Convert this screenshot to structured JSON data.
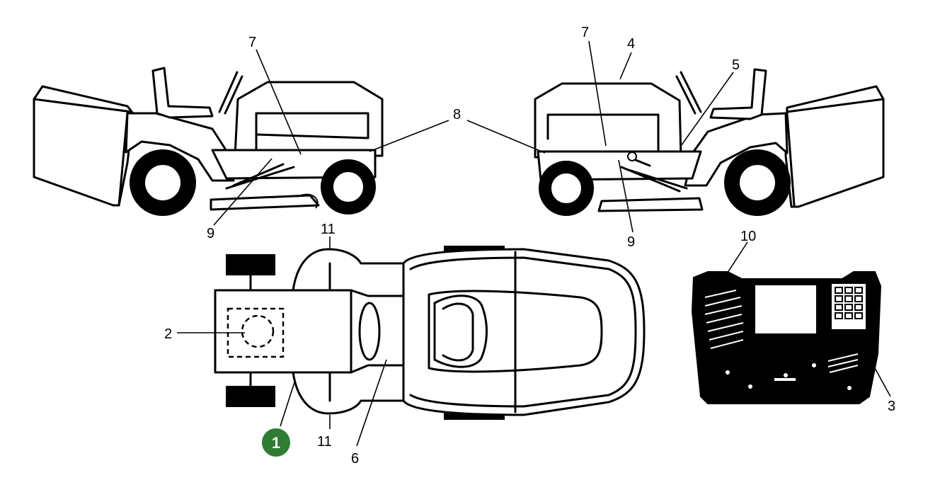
{
  "colors": {
    "line": "#000000",
    "background": "#ffffff",
    "badge": "#2e7d32"
  },
  "callouts": {
    "left_7": "7",
    "left_8": "8",
    "left_9": "9",
    "right_7": "7",
    "right_4": "4",
    "right_5": "5",
    "right_9": "9",
    "top_11": "11",
    "bottom_11": "11",
    "label_2": "2",
    "label_6": "6",
    "label_10": "10",
    "label_3": "3",
    "badge_1": "1"
  }
}
